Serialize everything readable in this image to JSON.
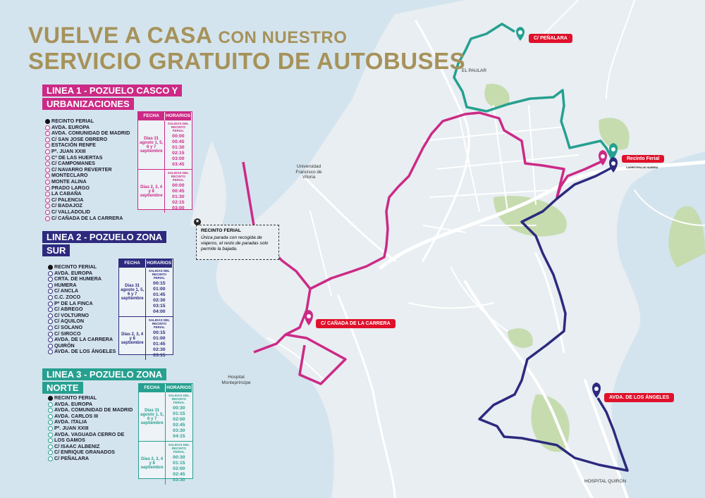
{
  "title": {
    "line1_main": "VUELVE A CASA",
    "line1_small": "CON NUESTRO",
    "line2": "SERVICIO GRATUITO DE AUTOBUSES"
  },
  "colors": {
    "line1": "#cc2a86",
    "line2": "#2d2a7e",
    "line3": "#27a090",
    "gold": "#a6925a",
    "pin_red": "#e0112b",
    "water": "#d4e4ee",
    "land": "#e8eef2",
    "green": "#c6dcaf"
  },
  "lines": [
    {
      "header1": "LINEA 1 - POZUELO CASCO Y",
      "header2": "URBANIZACIONES",
      "stops": [
        "RECINTO FERIAL",
        "AVDA. EUROPA",
        "AVDA. COMUNIDAD DE MADRID",
        "C/ SAN JOSE OBRERO",
        "ESTACIÓN RENFE",
        "Pº. JUAN XXIII",
        "Cº DE LAS HUERTAS",
        "C/ CAMPOMANES",
        "C/ NAVARRO REVERTER",
        "MONTECLARO",
        "MONTE ALINA",
        "PRADO LARGO",
        "LA CABAÑA",
        "C/ PALENCIA",
        "C/ BADAJOZ",
        "C/ VALLADOLID",
        "C/ CAÑADA DE LA CARRERA"
      ],
      "schedule": {
        "col1": "FECHA",
        "col2": "HORARIOS",
        "rows": [
          {
            "fecha": "Días 31 agosto 1, 5, 6 y 7 septiembre",
            "sub": "SALIDAS DEL RECINTO FERIAL",
            "times": "00:00 00:45 01:30 02:15 03:00 03:45"
          },
          {
            "fecha": "Días 2, 3, 4 y 8 septiembre",
            "sub": "SALIDAS DEL RECINTO FERIAL",
            "times": "00:00 00:45 01:30 02:15 03:00"
          }
        ]
      }
    },
    {
      "header1": "LINEA 2 - POZUELO ZONA",
      "header2": "SUR",
      "stops": [
        "RECINTO FERIAL",
        "AVDA. EUROPA",
        "CRTA. DE HUMERA",
        "HUMERA",
        "C/ ANCLA",
        "C.C. ZOCO",
        "Pº DE LA FINCA",
        "C/ ABREGO",
        "C/ VOLTURNO",
        "C/ AQUILON",
        "C/ SOLANO",
        "C/ SIROCO",
        "AVDA. DE LA CARRERA",
        "QUIRÓN",
        "AVDA. DE LOS ÁNGELES"
      ],
      "schedule": {
        "col1": "FECHA",
        "col2": "HORARIOS",
        "rows": [
          {
            "fecha": "Días 31 agosto 1, 5, 6 y 7 septiembre",
            "sub": "SALIDAS DEL RECINTO FERIAL",
            "times": "00:15 01:00 01:45 02:30 03:15 04:00"
          },
          {
            "fecha": "Días 2, 3, 4 y 8 septiembre",
            "sub": "SALIDAS DEL RECINTO FERIAL",
            "times": "00:15 01:00 01:45 02:30 03:15"
          }
        ]
      }
    },
    {
      "header1": "LINEA 3 - POZUELO ZONA",
      "header2": "NORTE",
      "stops": [
        "RECINTO FERIAL",
        "AVDA. EUROPA",
        "AVDA. COMUNIDAD DE MADRID",
        "AVDA. CARLOS III",
        "AVDA. ITALIA",
        "Pº. JUAN XXIII",
        "AVDA. VAGUADA CERRO DE",
        "LOS GAMOS",
        "C/ ISAAC ALBENIZ",
        "C/ ENRIQUE GRANADOS",
        "C/ PEÑALARA"
      ],
      "schedule": {
        "col1": "FECHA",
        "col2": "HORARIOS",
        "rows": [
          {
            "fecha": "Días 31 agosto 1, 5, 6 y 7 septiembre",
            "sub": "SALIDAS DEL RECINTO FERIAL",
            "times": "00:30 01:15 02:00 02:45 03:30 04:15"
          },
          {
            "fecha": "Días 2, 3, 4 y 8 septiembre",
            "sub": "SALIDAS DEL RECINTO FERIAL",
            "times": "00:30 01:15 02:00 02:45 03:30"
          }
        ]
      }
    }
  ],
  "note": {
    "title": "RECINTO FERIAL",
    "text": "Única parada con recogida de viajeros, el resto de paradas solo permite la bajada."
  },
  "pins": {
    "penalara": "C/ PEÑALARA",
    "recinto": "Recinto Ferial",
    "recinto_sub": "CARRETERA DE HUMERA",
    "canada": "C/ CAÑADA DE LA CARRERA",
    "angeles": "AVDA. DE LOS ÁNGELES"
  },
  "places": {
    "paular": "EL PAULAR",
    "universidad": "Universidad Francisco de Vitoria",
    "hospital_mp": "Hospital Montepríncipe",
    "hospital_q": "HOSPITAL QUIRÓN"
  }
}
